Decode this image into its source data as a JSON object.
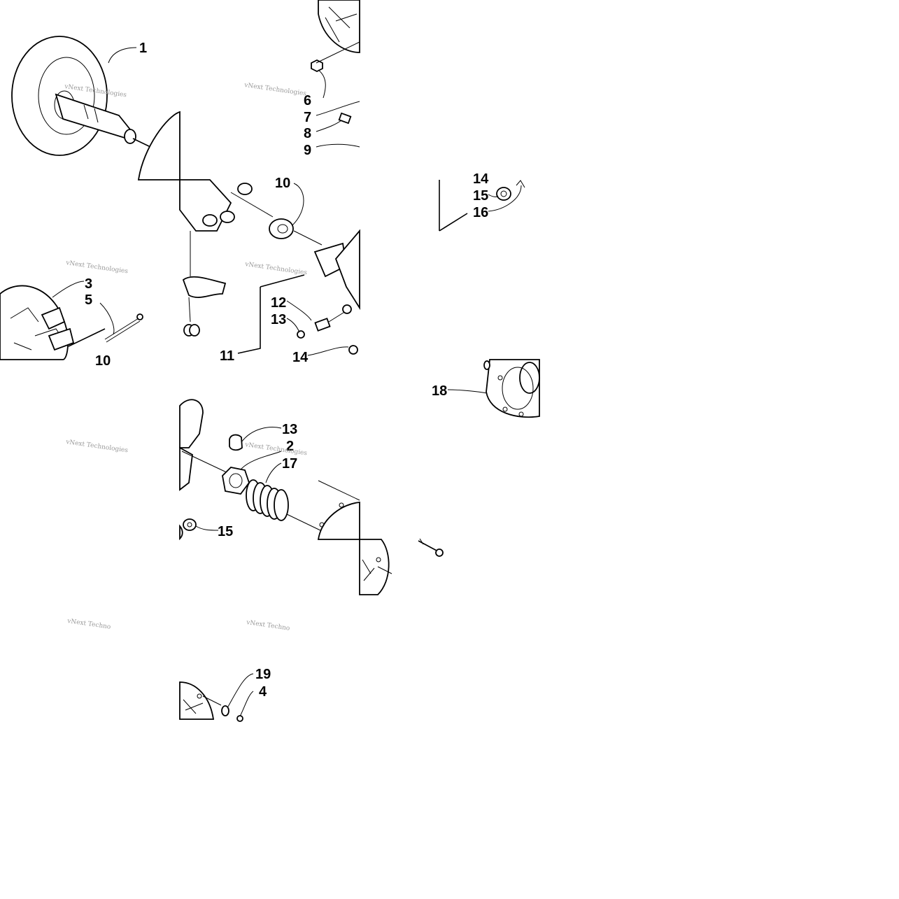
{
  "callouts": [
    "1",
    "6",
    "7",
    "8",
    "9",
    "10",
    "14",
    "15",
    "16",
    "3",
    "5",
    "10",
    "12",
    "13",
    "14",
    "11",
    "18",
    "13",
    "2",
    "17",
    "15",
    "19",
    "4"
  ],
  "watermark": {
    "text": "vNext Technologies",
    "text_truncated": "vNext Techno"
  }
}
